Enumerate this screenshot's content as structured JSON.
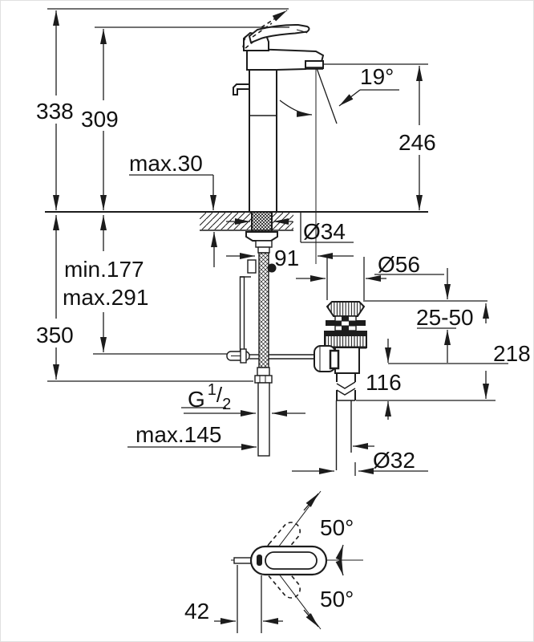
{
  "drawing": {
    "kind": "technical-dimension-drawing",
    "subject": "single-lever basin mixer (tall) with pop-up waste set: side installation view and handle plan view",
    "units": "mm",
    "colors": {
      "line": "#1c1c1c",
      "background": "#ffffff"
    },
    "labels": {
      "total_height": "338",
      "body_height": "309",
      "deck_max": "max.30",
      "spout_angle": "19°",
      "spout_height": "246",
      "hole_dia": "Ø34",
      "reach": "91",
      "flange_dia": "Ø56",
      "lift_range": "25-50",
      "waste_upper": "218",
      "rod_min": "min.177",
      "rod_max": "max.291",
      "hose_drop": "350",
      "waste_lower": "116",
      "thread_g": "G",
      "thread_num": "1",
      "thread_slash": "/",
      "thread_den": "2",
      "hose_max": "max.145",
      "pipe_dia": "Ø32",
      "swivel_top": "50°",
      "swivel_bottom": "50°",
      "handle_len": "42"
    }
  }
}
